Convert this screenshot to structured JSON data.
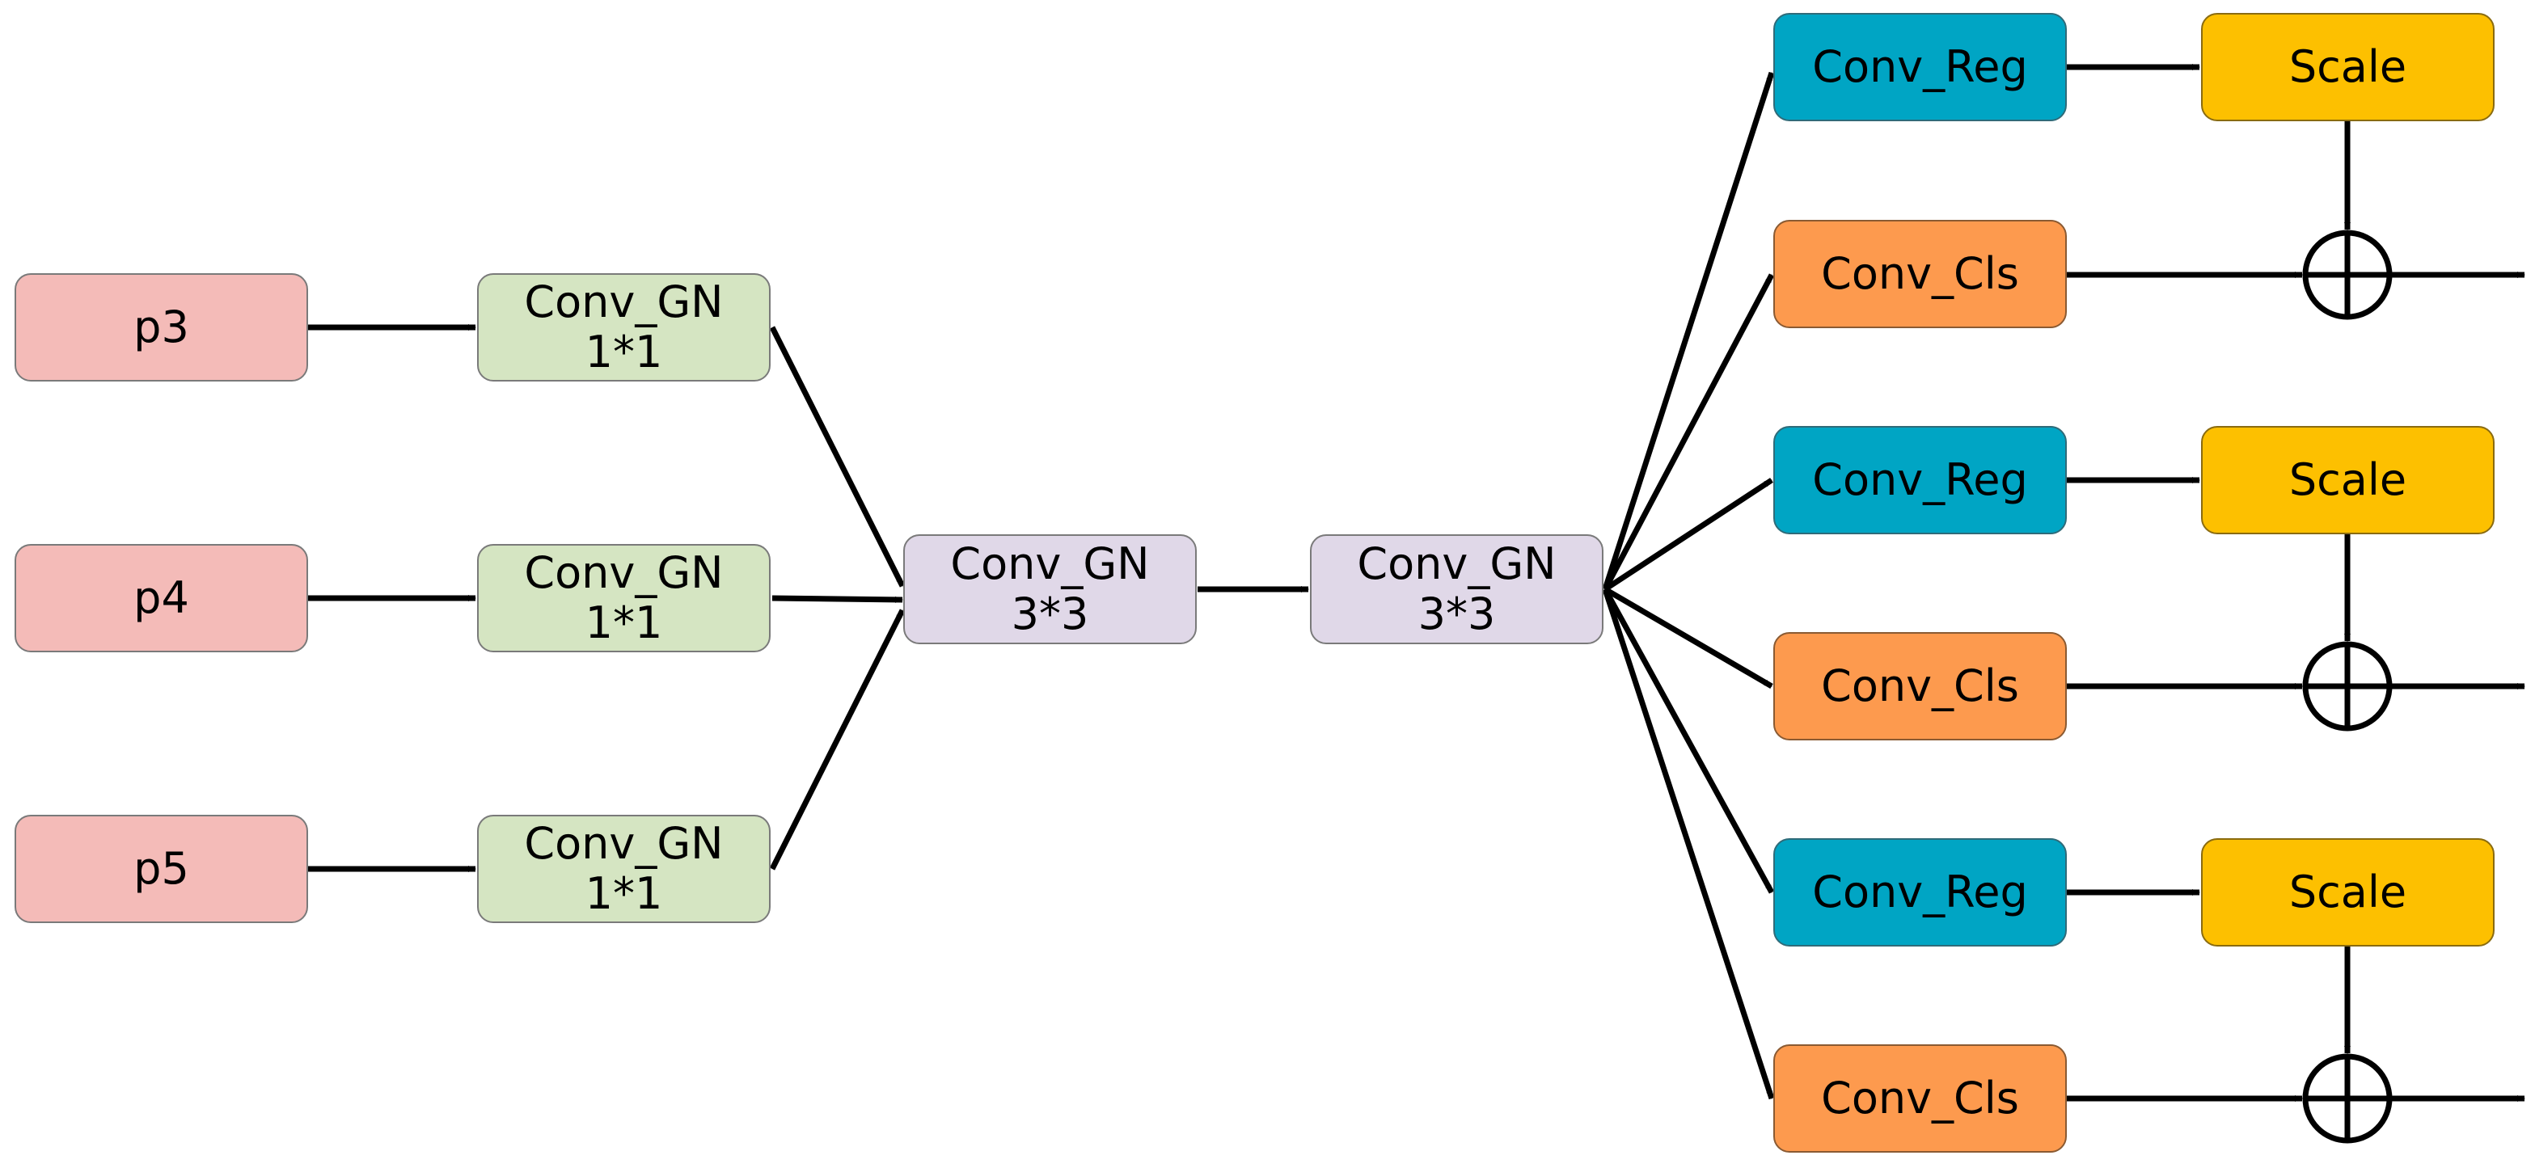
{
  "inputs": [
    {
      "label": "p3"
    },
    {
      "label": "p4"
    },
    {
      "label": "p5"
    }
  ],
  "conv_gn_1x1": [
    {
      "line1": "Conv_GN",
      "line2": "1*1"
    },
    {
      "line1": "Conv_GN",
      "line2": "1*1"
    },
    {
      "line1": "Conv_GN",
      "line2": "1*1"
    }
  ],
  "conv_gn_3x3": [
    {
      "line1": "Conv_GN",
      "line2": "3*3"
    },
    {
      "line1": "Conv_GN",
      "line2": "3*3"
    }
  ],
  "heads": [
    {
      "reg": "Conv_Reg",
      "cls": "Conv_Cls",
      "scale": "Scale"
    },
    {
      "reg": "Conv_Reg",
      "cls": "Conv_Cls",
      "scale": "Scale"
    },
    {
      "reg": "Conv_Reg",
      "cls": "Conv_Cls",
      "scale": "Scale"
    }
  ],
  "colors": {
    "input": "#f4bbb8",
    "conv_gn_1x1": "#d5e5c2",
    "conv_gn_3x3": "#e0d8e8",
    "conv_reg": "#00a5c4",
    "conv_cls": "#fd9a4e",
    "scale": "#fdc000"
  }
}
